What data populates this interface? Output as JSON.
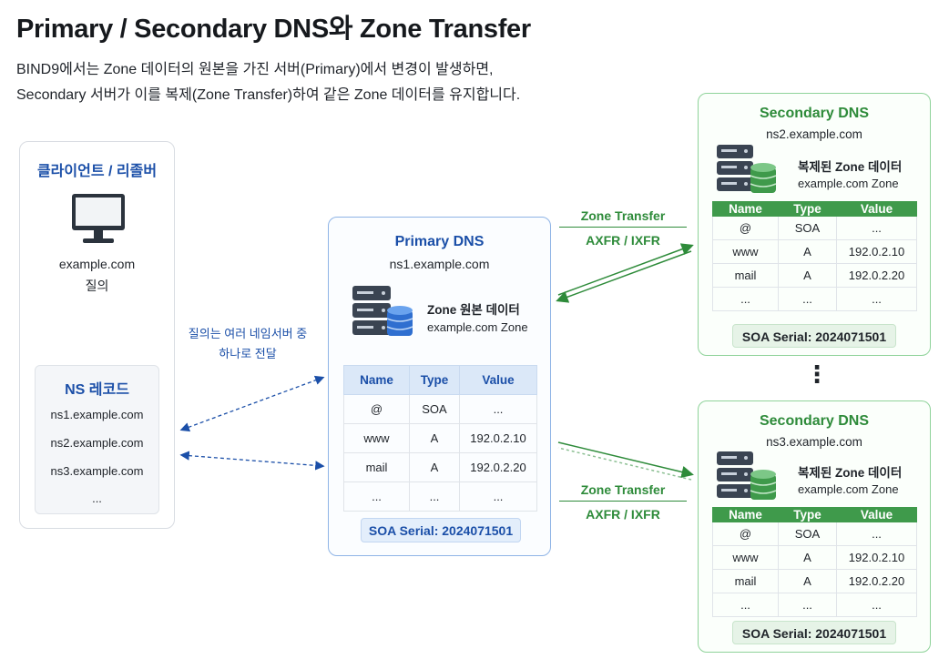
{
  "title": "Primary / Secondary DNS와 Zone Transfer",
  "intro": {
    "line1": "BIND9에서는 Zone 데이터의 원본을 가진 서버(Primary)에서 변경이 발생하면,",
    "line2": "Secondary 서버가 이를 복제(Zone Transfer)하여 같은 Zone 데이터를 유지합니다."
  },
  "client": {
    "title": "클라이언트 / 리졸버",
    "icon": "monitor-icon",
    "query_line1": "example.com",
    "query_line2": "질의",
    "ns_record": {
      "title": "NS 레코드",
      "items": [
        "ns1.example.com",
        "ns2.example.com",
        "ns3.example.com",
        "..."
      ]
    }
  },
  "delivery_note": {
    "line1": "질의는 여러 네임서버 중",
    "line2": "하나로 전달"
  },
  "primary": {
    "title": "Primary DNS",
    "host": "ns1.example.com",
    "icon": "server-database-icon",
    "zone_label": "Zone 원본 데이터",
    "zone_sub": "example.com Zone",
    "table": {
      "headers": [
        "Name",
        "Type",
        "Value"
      ],
      "rows": [
        [
          "@",
          "SOA",
          "..."
        ],
        [
          "www",
          "A",
          "192.0.2.10"
        ],
        [
          "mail",
          "A",
          "192.0.2.20"
        ],
        [
          "...",
          "...",
          "..."
        ]
      ]
    },
    "serial": "SOA Serial: 2024071501"
  },
  "transfers": [
    {
      "line1": "Zone Transfer",
      "line2": "AXFR / IXFR"
    },
    {
      "line1": "Zone Transfer",
      "line2": "AXFR / IXFR"
    }
  ],
  "ellipsis": "⋮",
  "secondaries": [
    {
      "title": "Secondary DNS",
      "host": "ns2.example.com",
      "zone_label": "복제된 Zone 데이터",
      "zone_sub": "example.com Zone",
      "table": {
        "headers": [
          "Name",
          "Type",
          "Value"
        ],
        "rows": [
          [
            "@",
            "SOA",
            "..."
          ],
          [
            "www",
            "A",
            "192.0.2.10"
          ],
          [
            "mail",
            "A",
            "192.0.2.20"
          ],
          [
            "...",
            "...",
            "..."
          ]
        ]
      },
      "serial": "SOA Serial: 2024071501"
    },
    {
      "title": "Secondary DNS",
      "host": "ns3.example.com",
      "zone_label": "복제된 Zone 데이터",
      "zone_sub": "example.com Zone",
      "table": {
        "headers": [
          "Name",
          "Type",
          "Value"
        ],
        "rows": [
          [
            "@",
            "SOA",
            "..."
          ],
          [
            "www",
            "A",
            "192.0.2.10"
          ],
          [
            "mail",
            "A",
            "192.0.2.20"
          ],
          [
            "...",
            "...",
            "..."
          ]
        ]
      },
      "serial": "SOA Serial: 2024071501"
    }
  ],
  "colors": {
    "primary_blue": "#1b4fa8",
    "secondary_green": "#2e8b3a",
    "server_dark": "#3a4452"
  }
}
